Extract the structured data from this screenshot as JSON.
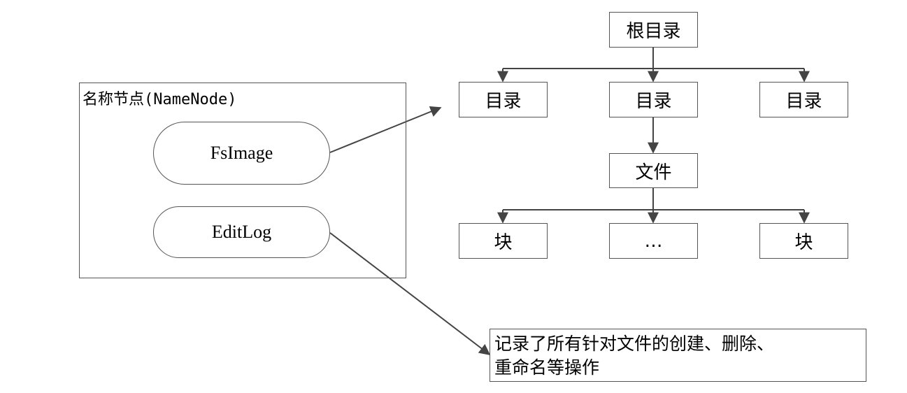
{
  "namenode": {
    "title": "名称节点(NameNode)",
    "fsimage_label": "FsImage",
    "editlog_label": "EditLog"
  },
  "tree": {
    "root_label": "根目录",
    "dir_left_label": "目录",
    "dir_middle_label": "目录",
    "dir_right_label": "目录",
    "file_label": "文件",
    "block_left_label": "块",
    "block_middle_label": "…",
    "block_right_label": "块"
  },
  "note": {
    "line1": "记录了所有针对文件的创建、删除、",
    "line2": "重命名等操作"
  },
  "colors": {
    "stroke": "#555555",
    "arrow": "#444444",
    "background": "#ffffff"
  }
}
